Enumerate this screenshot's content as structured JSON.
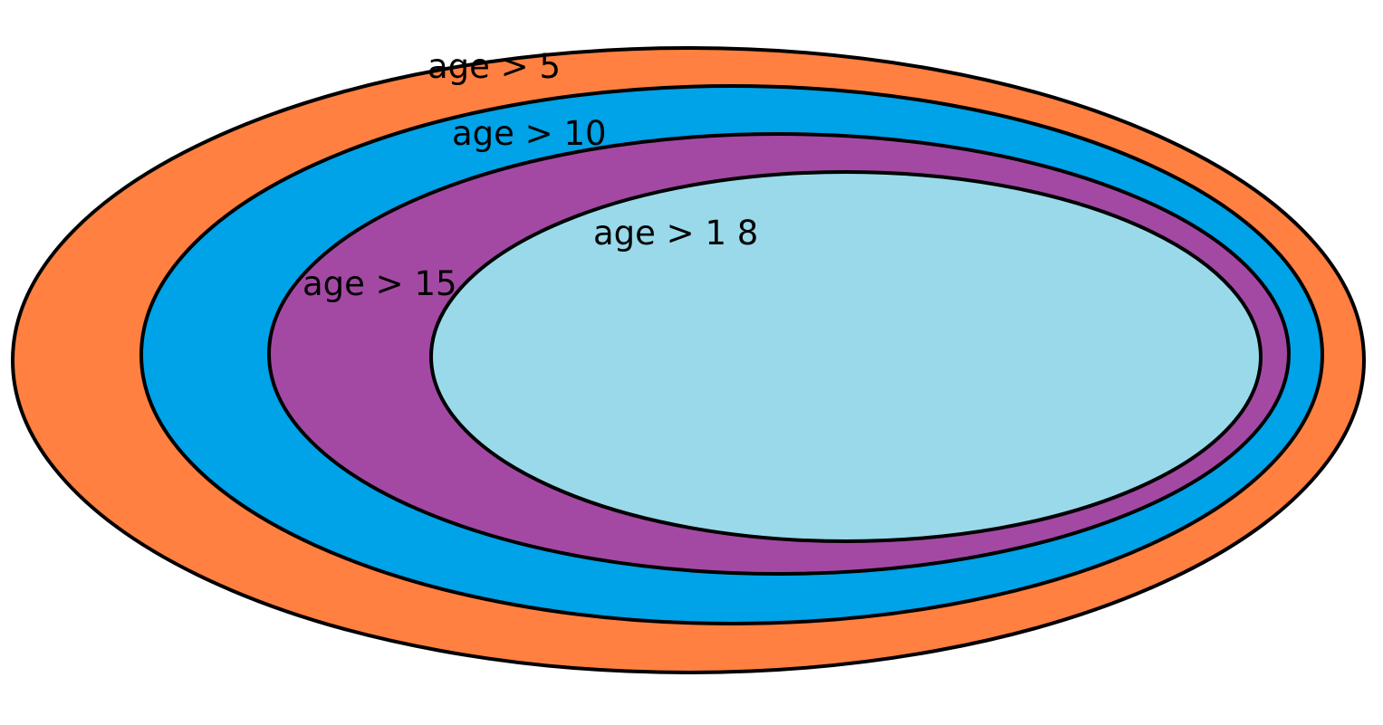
{
  "diagram": {
    "type": "nested-sets",
    "sets": [
      {
        "label": "age > 5",
        "color": "#FF8040"
      },
      {
        "label": "age > 10",
        "color": "#00A2E8"
      },
      {
        "label": "age > 15",
        "color": "#A349A4"
      },
      {
        "label": "age > 1 8",
        "color": "#99D9EA"
      }
    ]
  }
}
